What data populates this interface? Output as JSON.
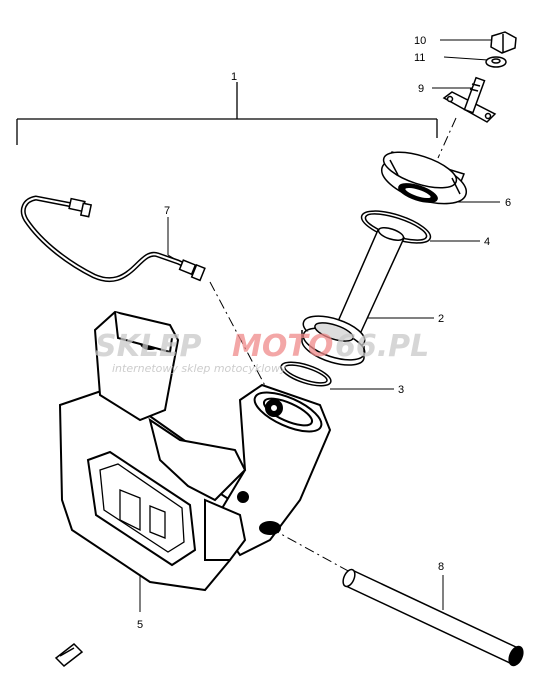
{
  "callouts": {
    "c1": "1",
    "c2": "2",
    "c3": "3",
    "c4": "4",
    "c5": "5",
    "c6": "6",
    "c7": "7",
    "c8": "8",
    "c9": "9",
    "c10": "10",
    "c11": "11"
  },
  "watermark": {
    "left": "SKLEP",
    "right": "MOTO",
    "tail": "66.PL",
    "sub": "internetowy sklep motocyklowy"
  },
  "colors": {
    "line": "#000000",
    "watermark_grey": "#c9c9c9",
    "watermark_red": "#f08a8a"
  }
}
